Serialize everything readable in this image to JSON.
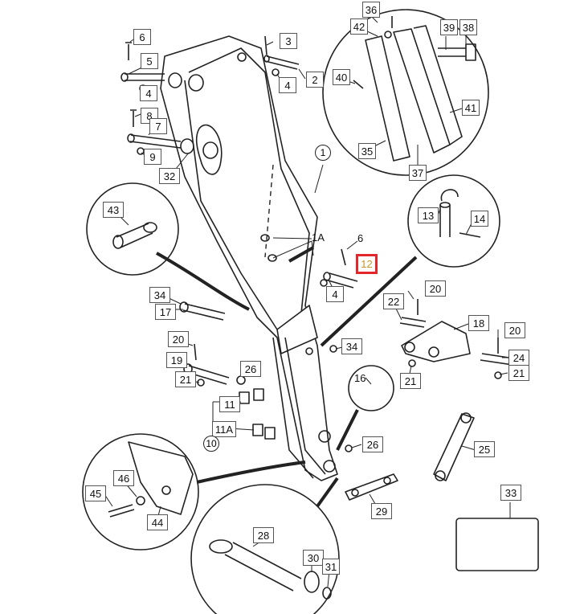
{
  "callouts": {
    "c36": "36",
    "c42": "42",
    "c39": "39",
    "c38": "38",
    "c40": "40",
    "c41": "41",
    "c35": "35",
    "c37": "37",
    "c6a": "6",
    "c3": "3",
    "c5": "5",
    "c4a": "4",
    "c4b": "4",
    "c2": "2",
    "c8": "8",
    "c7": "7",
    "c9": "9",
    "c32": "32",
    "c1": "1",
    "c43": "43",
    "c13": "13",
    "c14": "14",
    "c1A": "1A",
    "c6b": "6",
    "c12": "12",
    "c4c": "4",
    "c34a": "34",
    "c17": "17",
    "c20a": "20",
    "c22": "22",
    "c18": "18",
    "c20b": "20",
    "c20c": "20",
    "c24": "24",
    "c21a": "21",
    "c21b": "21",
    "c19": "19",
    "c21c": "21",
    "c34b": "34",
    "c16": "16",
    "c26a": "26",
    "c11": "11",
    "c11A": "11A",
    "c10": "10",
    "c26b": "26",
    "c25": "25",
    "c46": "46",
    "c45": "45",
    "c44": "44",
    "c29": "29",
    "c33": "33",
    "c28": "28",
    "c30": "30",
    "c31": "31"
  },
  "highlight": {
    "label": "12",
    "color": "#e3262b"
  }
}
